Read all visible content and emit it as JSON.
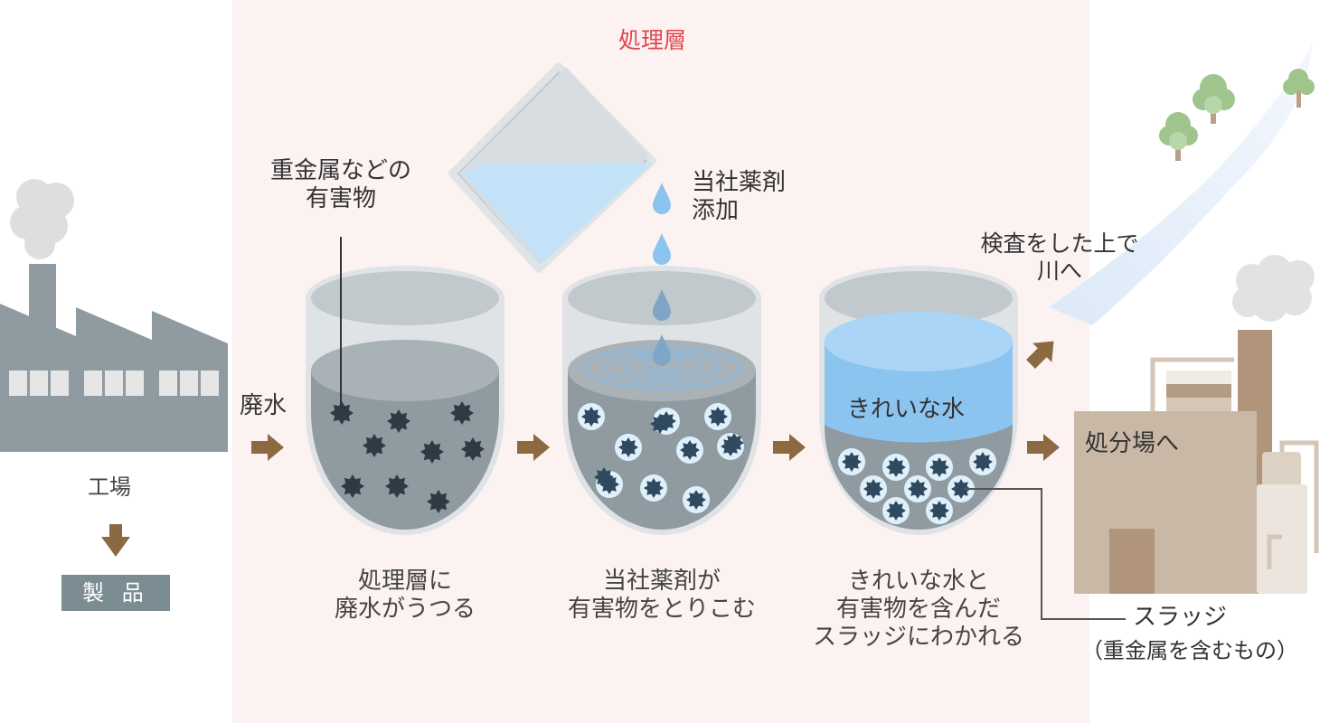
{
  "zone_title": "処理層",
  "factory_left": {
    "label": "工場",
    "product": "製 品"
  },
  "labels": {
    "pollutant": [
      "重金属などの",
      "有害物"
    ],
    "chemical": [
      "当社薬剤",
      "添加"
    ],
    "wastewater": "廃水",
    "clean_water": "きれいな水",
    "inspection": [
      "検査をした上で",
      "川へ"
    ],
    "disposal": "処分場へ",
    "sludge": "スラッジ",
    "sludge_note": "（重金属を含むもの）"
  },
  "steps": [
    {
      "line1": "処理層に",
      "line2": "廃水がうつる"
    },
    {
      "line1": "当社薬剤が",
      "line2": "有害物をとりこむ"
    },
    {
      "line1": "きれいな水と",
      "line2": "有害物を含んだ",
      "line3": "スラッジにわかれる"
    }
  ],
  "colors": {
    "zone_bg": "#fdf2f2",
    "accent_red": "#e0474f",
    "arrow_brown": "#8b6a42",
    "factory_gray": "#8f9aa1",
    "water_gray": "#8f9aa1",
    "clean_blue": "#8cc4f0",
    "disposal_tan": "#c9b8a6",
    "tree_green": "#9fc58d"
  }
}
